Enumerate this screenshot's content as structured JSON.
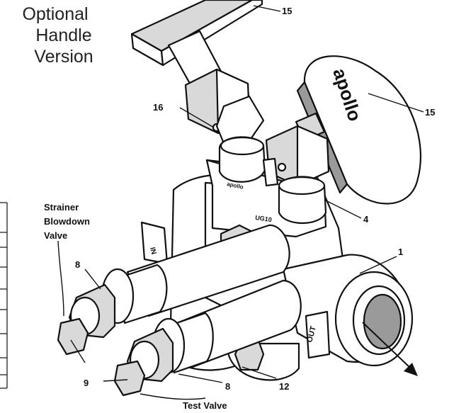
{
  "diagram": {
    "title_lines": [
      "Optional",
      "Handle",
      "Version"
    ],
    "callouts": {
      "handle_top": "15",
      "handle_right": "15",
      "bonnet": "16",
      "seat_nut": "4",
      "body": "1",
      "upper_cap_nut": "8",
      "lower_cap_nut": "8",
      "plug": "9",
      "bottom_plug": "12"
    },
    "valve_labels": {
      "strainer_lines": [
        "Strainer",
        "Blowdown",
        "Valve"
      ],
      "test_valve": "Test Valve"
    },
    "markings": {
      "handle_logo": "apollo",
      "port_in": "IN",
      "port_out": "OUT"
    }
  }
}
